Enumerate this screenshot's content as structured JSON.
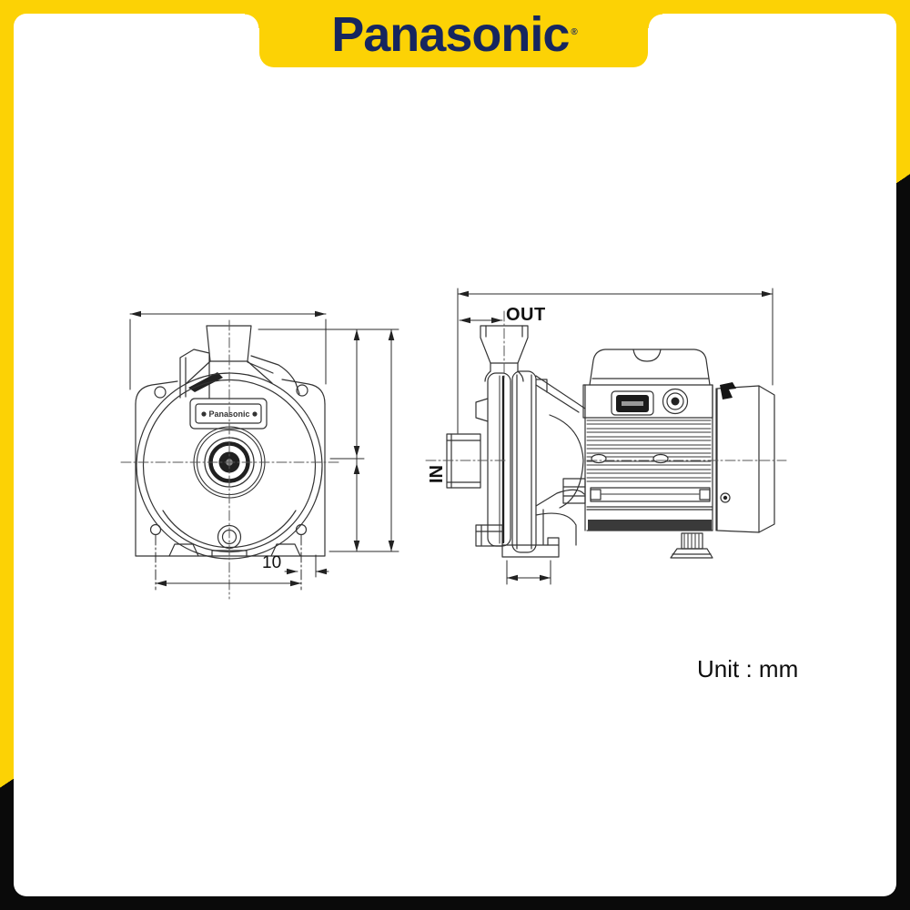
{
  "frame": {
    "accent_yellow": "#FCD205",
    "accent_black": "#0A0A0A"
  },
  "logo": {
    "text": "Panasonic",
    "trademark": "®",
    "color": "#16265F"
  },
  "diagram": {
    "line_color": "#333333",
    "unit_note": "Unit : mm",
    "front_view": {
      "nameplate": "Panasonic",
      "bolt_offset_dim": "10"
    },
    "side_view": {
      "outlet_label": "OUT",
      "inlet_label": "IN"
    }
  }
}
